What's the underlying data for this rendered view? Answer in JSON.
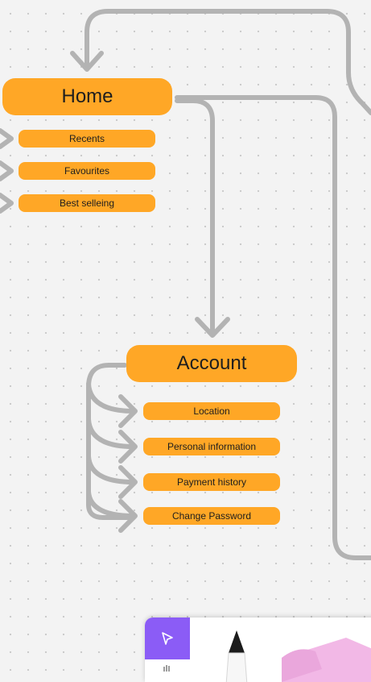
{
  "nodes": {
    "home": "Home",
    "recents": "Recents",
    "favourites": "Favourites",
    "best_selling": "Best selleing",
    "account": "Account",
    "location": "Location",
    "personal_information": "Personal information",
    "payment_history": "Payment history",
    "change_password": "Change Password"
  },
  "colors": {
    "node_fill": "#ffa726",
    "connector": "#b3b3b3",
    "canvas": "#f3f3f3",
    "tool_accent": "#8b5cf6",
    "sticky_note": "#f2b8e6"
  },
  "toolbar": {
    "tools": [
      "select-tool",
      "pen-tool",
      "sticky-note-tool"
    ],
    "active_tool": "select-tool"
  }
}
